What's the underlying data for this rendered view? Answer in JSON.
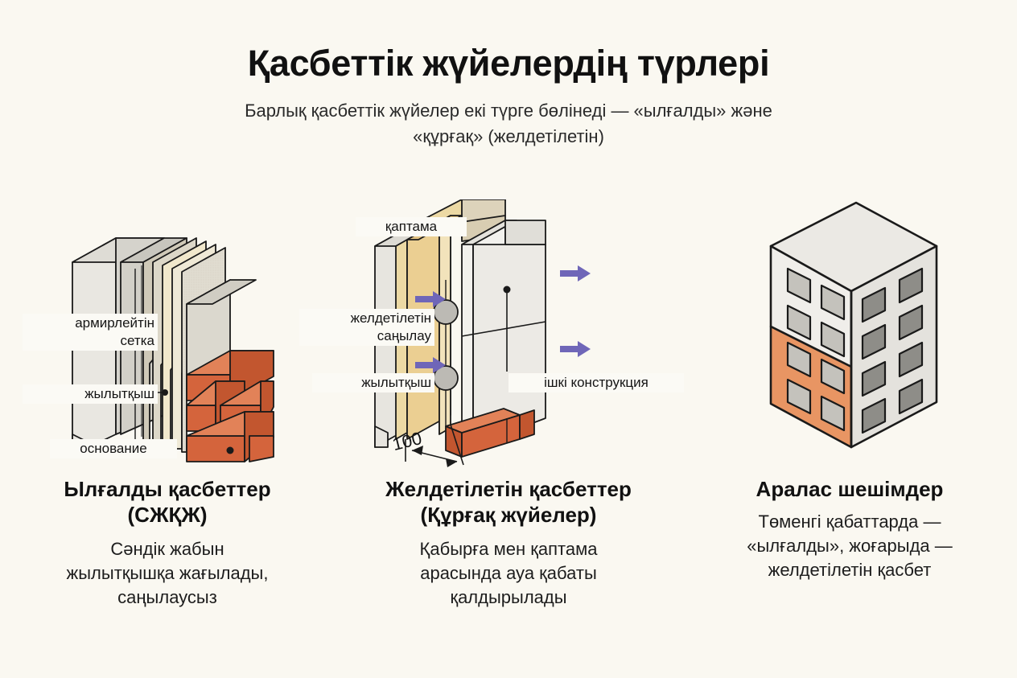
{
  "header": {
    "title": "Қасбеттік жүйелердің түрлері",
    "subtitle_line1": "Барлық қасбеттік жүйелер екі түрге бөлінеді — «ылғалды» және",
    "subtitle_line2": "«құрғақ» (желдетілетін)"
  },
  "diagrams": {
    "wet": {
      "name": "Ылғалды қасбет қимасы",
      "callouts": {
        "mesh_line1": "армирлейтін",
        "mesh_line2": "сетка",
        "insulation": "жылытқыш",
        "base": "основание"
      }
    },
    "ventilated": {
      "name": "Желдетілетін қасбет қимасы",
      "callouts": {
        "cladding": "қаптама",
        "gap_line1": "желдетілетін",
        "gap_line2": "саңылау",
        "insulation": "жылытқыш",
        "inner_structure": "ішкі конструкция",
        "dimension": "100"
      }
    },
    "mixed": {
      "name": "Аралас шешім ғимараты"
    }
  },
  "columns": [
    {
      "heading_line1": "Ылғалды қасбеттер",
      "heading_line2": "(СЖҚЖ)",
      "body_line1": "Сәндік жабын",
      "body_line2": "жылытқышқа жағылады,",
      "body_line3": "саңылаусыз"
    },
    {
      "heading_line1": "Желдетілетін қасбеттер",
      "heading_line2": "(Құрғақ жүйелер)",
      "body_line1": "Қабырға мен қаптама",
      "body_line2": "арасында ауа қабаты",
      "body_line3": "қалдырылады"
    },
    {
      "heading_line1": "Аралас шешімдер",
      "heading_line2": "",
      "body_line1": "Төменгі қабаттарда —",
      "body_line2": "«ылғалды», жоғарыда —",
      "body_line3": "желдетілетін қасбет"
    }
  ],
  "colors": {
    "background": "#faf8f1",
    "concrete_light": "#e8e6e0",
    "concrete_mid": "#d8d6cf",
    "concrete_dark": "#c9c7c0",
    "plaster_warm": "#cfc9b8",
    "insulation_cream": "#f0e6c8",
    "insulation_yellow": "#ebcf92",
    "brick": "#d4643c",
    "brick_top": "#e28258",
    "arrow_purple": "#6f66b8",
    "orange_facade": "#e89563",
    "window_light": "#c4c2bc",
    "window_dark": "#8e8d88",
    "outline": "#1a1a1a"
  }
}
